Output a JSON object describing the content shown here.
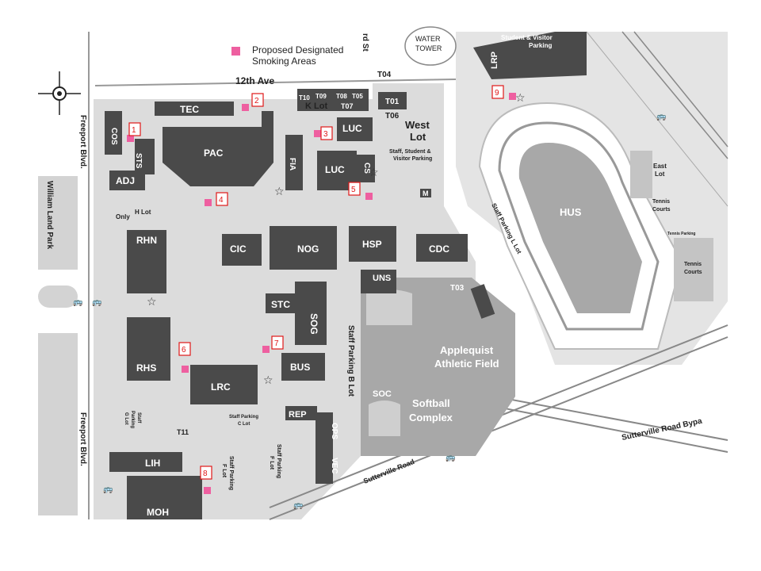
{
  "legend": {
    "label_line1": "Proposed Designated",
    "label_line2": "Smoking Areas",
    "swatch_color": "#ee5fa0"
  },
  "streets": {
    "twelfth_ave": "12th Ave",
    "freeport_top": "Freeport Blvd.",
    "freeport_bottom": "Freeport Blvd.",
    "william_land": "William Land Park",
    "sutterville_road": "Sutterville Road",
    "sutterville_bypass": "Sutterville Road Bypa",
    "third_st": "rd St"
  },
  "landmarks": {
    "water_tower_1": "WATER",
    "water_tower_2": "TOWER",
    "west_lot_1": "West",
    "west_lot_2": "Lot",
    "west_lot_sub1": "Staff, Student &",
    "west_lot_sub2": "Visitor Parking",
    "student_visitor_1": "Student & Visitor",
    "student_visitor_2": "Parking",
    "k_lot": "K Lot",
    "h_lot": "H Lot",
    "only": "Only",
    "applequist_1": "Applequist",
    "applequist_2": "Athletic Field",
    "softball_1": "Softball",
    "softball_2": "Complex",
    "east_lot_1": "East",
    "east_lot_2": "Lot",
    "tennis_1a": "Tennis",
    "tennis_1b": "Courts",
    "tennis_parking": "Tennis Parking",
    "tennis_2a": "Tennis",
    "tennis_2b": "Courts",
    "staff_parking_l": "Staff Parking L Lot",
    "staff_parking_b": "Staff Parking B Lot",
    "staff_parking_c1": "Staff Parking",
    "staff_parking_c2": "C Lot",
    "staff_parking_g1": "Staff",
    "staff_parking_g2": "Parking",
    "staff_parking_g3": "G Lot",
    "staff_parking_f1": "Staff Parking",
    "staff_parking_f2": "F Lot",
    "staff_parking_f3": "Staff Parking",
    "staff_parking_f4": "F Lot",
    "m_sign": "M"
  },
  "buildings": {
    "tec": "TEC",
    "cos": "COS",
    "sts": "STS",
    "adj": "ADJ",
    "pac": "PAC",
    "fia": "FIA",
    "luc1": "LUC",
    "luc2": "LUC",
    "cs": "CS",
    "t10": "T10",
    "t09": "T09",
    "t08": "T08",
    "t05": "T05",
    "t07": "T07",
    "t01": "T01",
    "t04": "T04",
    "t06": "T06",
    "t03": "T03",
    "t11": "T11",
    "lrp": "LRP",
    "hus": "HUS",
    "rhn": "RHN",
    "cic": "CIC",
    "nog": "NOG",
    "hsp": "HSP",
    "cdc": "CDC",
    "uns": "UNS",
    "stc": "STC",
    "sog": "SOG",
    "bus": "BUS",
    "rhs": "RHS",
    "lrc": "LRC",
    "soc": "SOC",
    "rep": "REP",
    "ops": "OPS",
    "vec": "VEC",
    "lih": "LIH",
    "moh": "MOH"
  },
  "smoking_areas": [
    "1",
    "2",
    "3",
    "4",
    "5",
    "6",
    "7",
    "8",
    "9"
  ],
  "colors": {
    "building": "#4a4a4a",
    "ground": "#d9d9d9",
    "field": "#a8a8a8",
    "marker_border": "#e01818",
    "marker_fill": "#ee5fa0"
  }
}
